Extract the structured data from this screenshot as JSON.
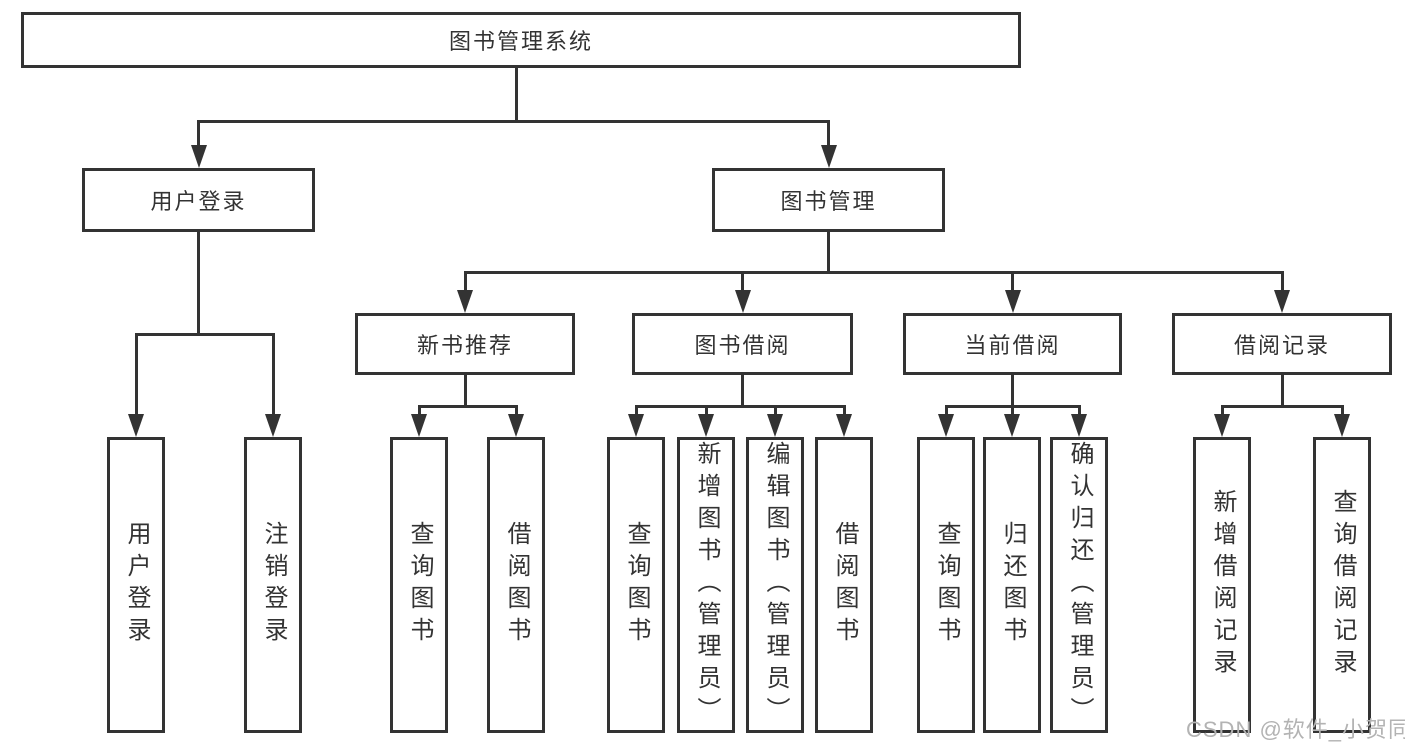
{
  "nodes": {
    "root": {
      "label": "图书管理系统"
    },
    "user_login": {
      "label": "用户登录"
    },
    "book_management": {
      "label": "图书管理"
    },
    "new_book_recommend": {
      "label": "新书推荐"
    },
    "book_borrow": {
      "label": "图书借阅"
    },
    "current_borrow": {
      "label": "当前借阅"
    },
    "borrow_records": {
      "label": "借阅记录"
    },
    "leaf_user_login": {
      "label": "用户登录"
    },
    "leaf_logout": {
      "label": "注销登录"
    },
    "leaf_query_books_a": {
      "label": "查询图书"
    },
    "leaf_borrow_books_a": {
      "label": "借阅图书"
    },
    "leaf_query_books_b": {
      "label": "查询图书"
    },
    "leaf_add_books_admin": {
      "label": "新增图书（管理员）"
    },
    "leaf_edit_books_admin": {
      "label": "编辑图书（管理员）"
    },
    "leaf_borrow_books_b": {
      "label": "借阅图书"
    },
    "leaf_query_books_c": {
      "label": "查询图书"
    },
    "leaf_return_books": {
      "label": "归还图书"
    },
    "leaf_confirm_return_admin": {
      "label": "确认归还（管理员）"
    },
    "leaf_add_borrow_record": {
      "label": "新增借阅记录"
    },
    "leaf_query_borrow_record": {
      "label": "查询借阅记录"
    }
  },
  "watermark": {
    "text": "CSDN @软件_小贺同学"
  },
  "colors": {
    "line": "#333333",
    "text": "#333333",
    "box_background": "#ffffff",
    "watermark": "#b3b3b3"
  }
}
